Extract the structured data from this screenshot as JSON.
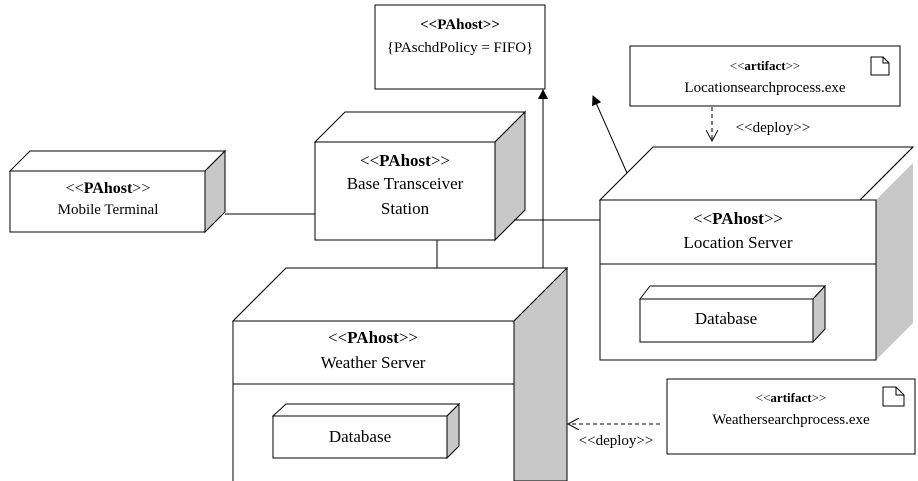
{
  "stereotype_open": "<<",
  "stereotype_close": ">>",
  "policy_box": {
    "stereotype": "PAhost",
    "policy": "{PAschdPolicy = FIFO}"
  },
  "mobile_terminal": {
    "stereotype": "PAhost",
    "name": "Mobile Terminal"
  },
  "base_station": {
    "stereotype": "PAhost",
    "name_line1": "Base Transceiver",
    "name_line2": "Station"
  },
  "location_server": {
    "stereotype": "PAhost",
    "name": "Location Server",
    "component": "Database"
  },
  "weather_server": {
    "stereotype": "PAhost",
    "name": "Weather Server",
    "component": "Database"
  },
  "location_artifact": {
    "stereotype": "artifact",
    "name": "Locationsearchprocess.exe",
    "deploy_label": "<<deploy>>"
  },
  "weather_artifact": {
    "stereotype": "artifact",
    "name": "Weathersearchprocess.exe",
    "deploy_label": "<<deploy>>"
  }
}
